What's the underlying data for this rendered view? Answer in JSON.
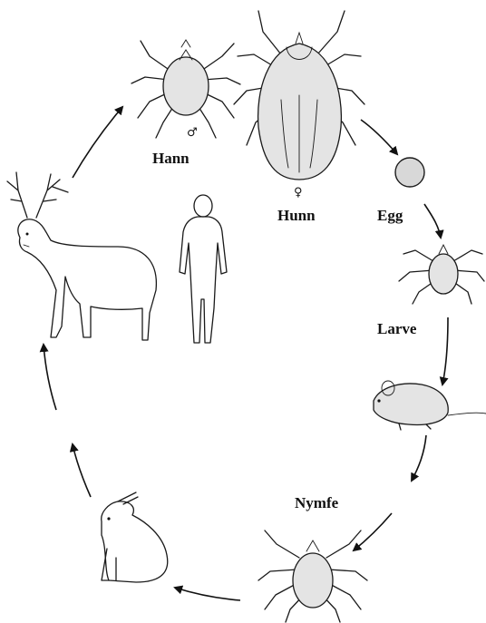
{
  "labels": {
    "male": "Hann",
    "female": "Hunn",
    "egg": "Egg",
    "larva": "Larve",
    "nymph": "Nymfe"
  },
  "symbols": {
    "male": "♂",
    "female": "♀"
  },
  "icons": [
    "male-tick-icon",
    "female-tick-icon",
    "egg-icon",
    "larva-tick-icon",
    "mouse-icon",
    "nymph-tick-icon",
    "hare-icon",
    "deer-icon",
    "human-icon"
  ]
}
